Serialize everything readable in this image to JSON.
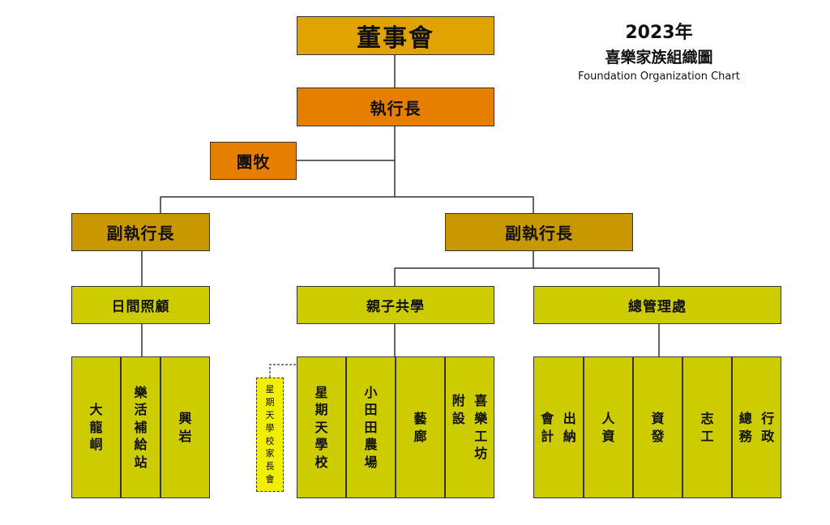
{
  "title": {
    "year": "2023年",
    "main": "喜樂家族組織圖",
    "subtitle": "Foundation Organization Chart"
  },
  "nodes": {
    "board": "董事會",
    "ceo": "執行長",
    "pastor": "團牧",
    "deputy_left": "副執行長",
    "deputy_right": "副執行長",
    "day_care": "日間照顧",
    "family_learning": "親子共學",
    "general_admin": "總管理處"
  },
  "day_care_units": [
    {
      "cols": [
        "大龍峒"
      ]
    },
    {
      "cols": [
        "樂活補給站"
      ]
    },
    {
      "cols": [
        "興岩"
      ]
    }
  ],
  "family_learning_units": [
    {
      "cols": [
        "星期天學校"
      ]
    },
    {
      "cols": [
        "小田田農場"
      ]
    },
    {
      "cols": [
        "藝廊"
      ]
    },
    {
      "cols": [
        "附設",
        "喜樂工坊"
      ]
    }
  ],
  "parent_association": "星期天學校家長會",
  "admin_units": [
    {
      "cols": [
        "會計",
        "出納"
      ]
    },
    {
      "cols": [
        "人資"
      ]
    },
    {
      "cols": [
        "資發"
      ]
    },
    {
      "cols": [
        "志工"
      ]
    },
    {
      "cols": [
        "總務",
        "行政"
      ]
    }
  ],
  "colors": {
    "board": "#e0a300",
    "ceo": "#e67e00",
    "deputy": "#c99800",
    "department": "#cccc00",
    "parent_association": "#f2ee00"
  }
}
